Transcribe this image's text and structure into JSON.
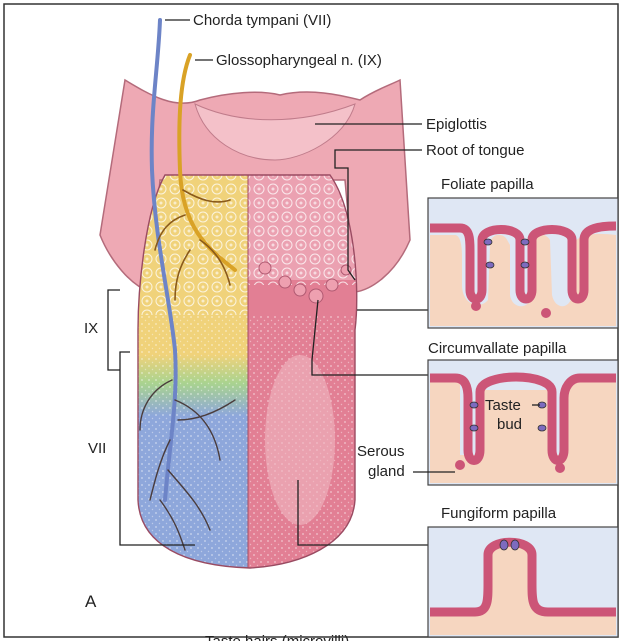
{
  "labels": {
    "chorda_tympani": "Chorda tympani (VII)",
    "glossopharyngeal": "Glossopharyngeal n. (IX)",
    "epiglottis": "Epiglottis",
    "root_of_tongue": "Root of tongue",
    "nerve_ix": "IX",
    "nerve_vii": "VII",
    "serous_gland_line1": "Serous",
    "serous_gland_line2": "gland",
    "taste_bud_line1": "Taste",
    "taste_bud_line2": "bud",
    "panel_letter": "A",
    "taste_hairs": "Taste hairs (microvilli)"
  },
  "panels": {
    "foliate": "Foliate papilla",
    "circumvallate": "Circumvallate papilla",
    "fungiform": "Fungiform papilla"
  },
  "colors": {
    "tongue_pink": "#e27f94",
    "epiglottis_pink": "#eea9b4",
    "root_pink": "#eba1b1",
    "yellow_region": "#f0d27a",
    "green_band": "#a9d38f",
    "blue_region": "#8ea7db",
    "chorda_nerve": "#6d84c7",
    "glosso_nerve": "#d9a226",
    "panel_bg": "#f6d6c0",
    "panel_sky": "#dfe7f4",
    "papilla_tissue": "#cc5577"
  }
}
